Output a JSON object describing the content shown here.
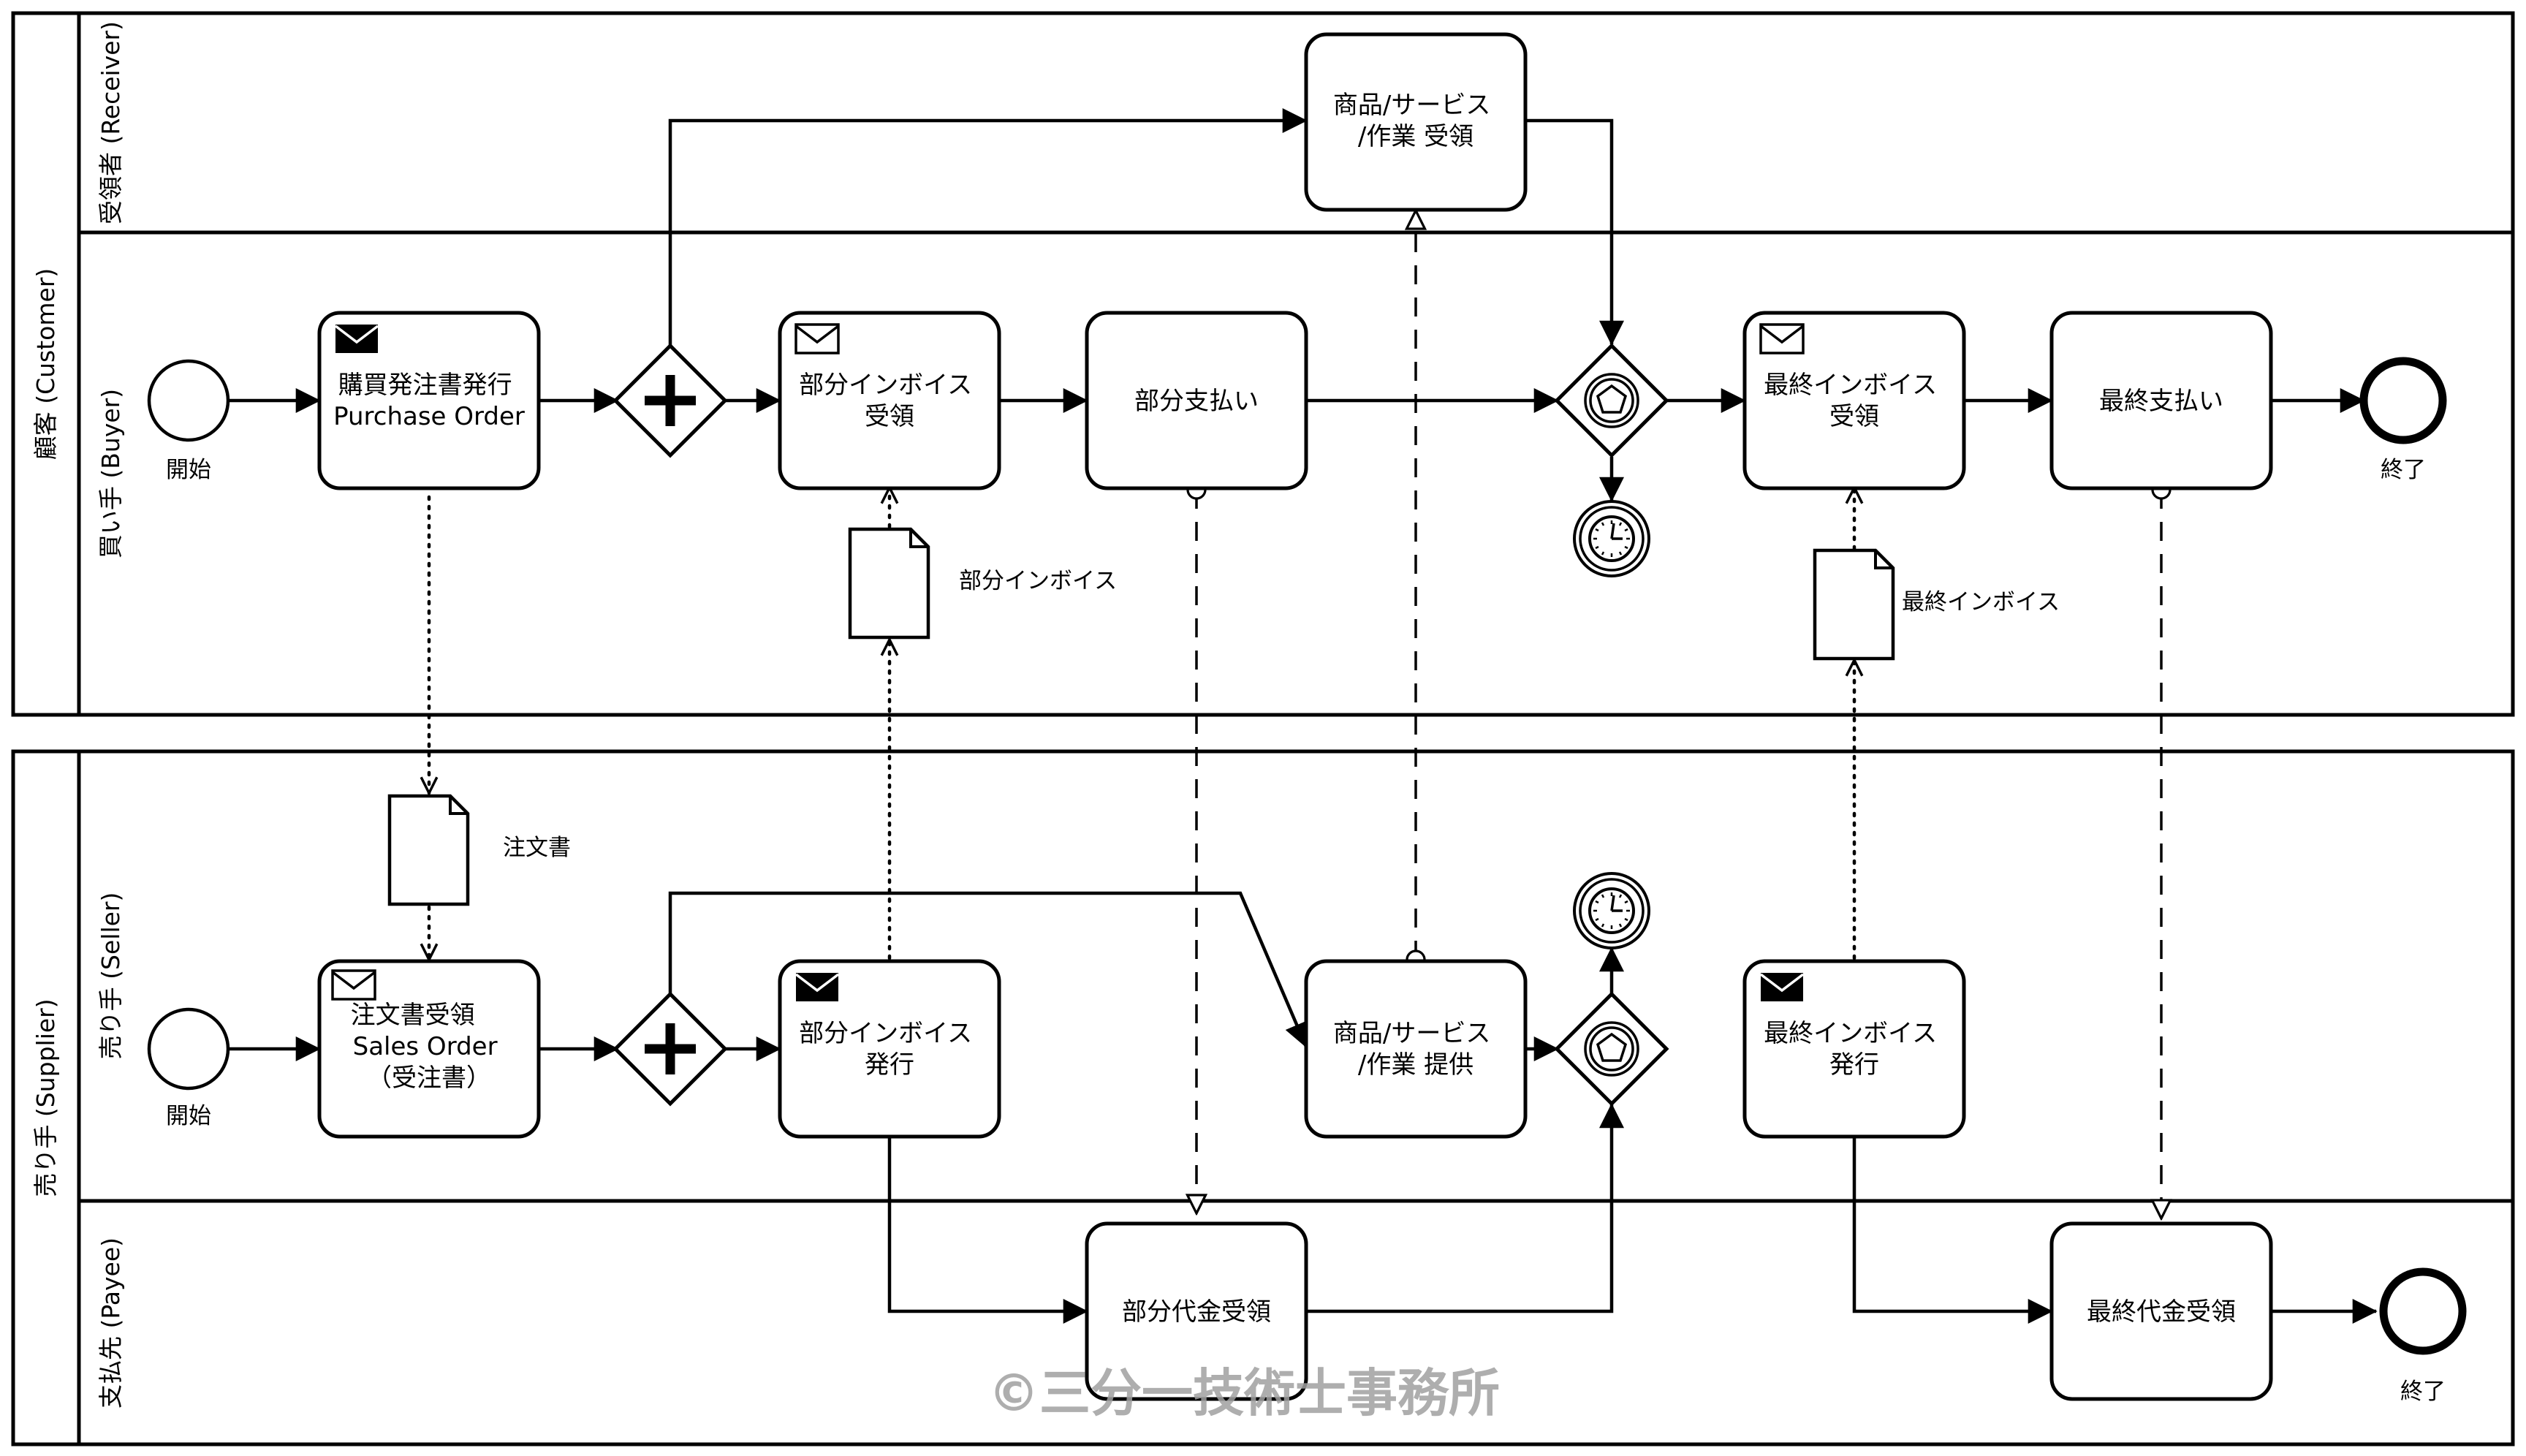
{
  "pools": {
    "customer": "顧客 (Customer)",
    "supplier": "売り手 (Supplier)"
  },
  "lanes": {
    "receiver": "受領者 (Receiver)",
    "buyer": "買い手 (Buyer)",
    "seller": "売り手 (Seller)",
    "payee": "支払先 (Payee)"
  },
  "tasks": {
    "receive_goods": [
      "商品/サービス",
      "/作業 受領"
    ],
    "purchase_order": [
      "購買発注書発行",
      "Purchase Order"
    ],
    "receive_partial_invoice": [
      "部分インボイス",
      "受領"
    ],
    "partial_payment": [
      "部分支払い"
    ],
    "receive_final_invoice": [
      "最終インボイス",
      "受領"
    ],
    "final_payment": [
      "最終支払い"
    ],
    "receive_order": [
      "注文書受領",
      "Sales Order",
      "（受注書）"
    ],
    "issue_partial_invoice": [
      "部分インボイス",
      "発行"
    ],
    "provide_goods": [
      "商品/サービス",
      "/作業 提供"
    ],
    "issue_final_invoice": [
      "最終インボイス",
      "発行"
    ],
    "receive_partial_payment": [
      "部分代金受領"
    ],
    "receive_final_payment": [
      "最終代金受領"
    ]
  },
  "events": {
    "buyer_start": "開始",
    "buyer_end": "終了",
    "seller_start": "開始",
    "payee_end": "終了"
  },
  "data_objects": {
    "partial_invoice": "部分インボイス",
    "final_invoice": "最終インボイス",
    "order_document": "注文書"
  },
  "watermark": "©三分一技術士事務所"
}
